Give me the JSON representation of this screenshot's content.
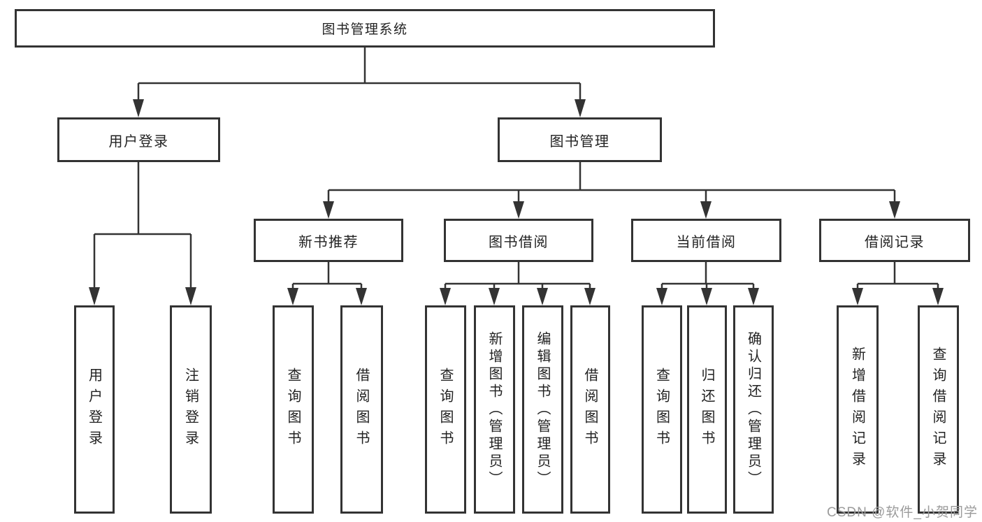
{
  "colors": {
    "line": "#333333",
    "box_border": "#333333",
    "text": "#222222",
    "background": "#ffffff",
    "watermark": "#9b9b9b"
  },
  "watermark": {
    "text": "CSDN @软件_小贺同学"
  },
  "tree": {
    "root": {
      "label": "图书管理系统"
    },
    "branches": [
      {
        "label": "用户登录",
        "children": [
          {
            "label": "用户登录"
          },
          {
            "label": "注销登录"
          }
        ]
      },
      {
        "label": "图书管理",
        "groups": [
          {
            "label": "新书推荐",
            "children": [
              {
                "label": "查询图书"
              },
              {
                "label": "借阅图书"
              }
            ]
          },
          {
            "label": "图书借阅",
            "children": [
              {
                "label": "查询图书"
              },
              {
                "label": "新增图书（管理员）"
              },
              {
                "label": "编辑图书（管理员）"
              },
              {
                "label": "借阅图书"
              }
            ]
          },
          {
            "label": "当前借阅",
            "children": [
              {
                "label": "查询图书"
              },
              {
                "label": "归还图书"
              },
              {
                "label": "确认归还（管理员）"
              }
            ]
          },
          {
            "label": "借阅记录",
            "children": [
              {
                "label": "新增借阅记录"
              },
              {
                "label": "查询借阅记录"
              }
            ]
          }
        ]
      }
    ]
  }
}
